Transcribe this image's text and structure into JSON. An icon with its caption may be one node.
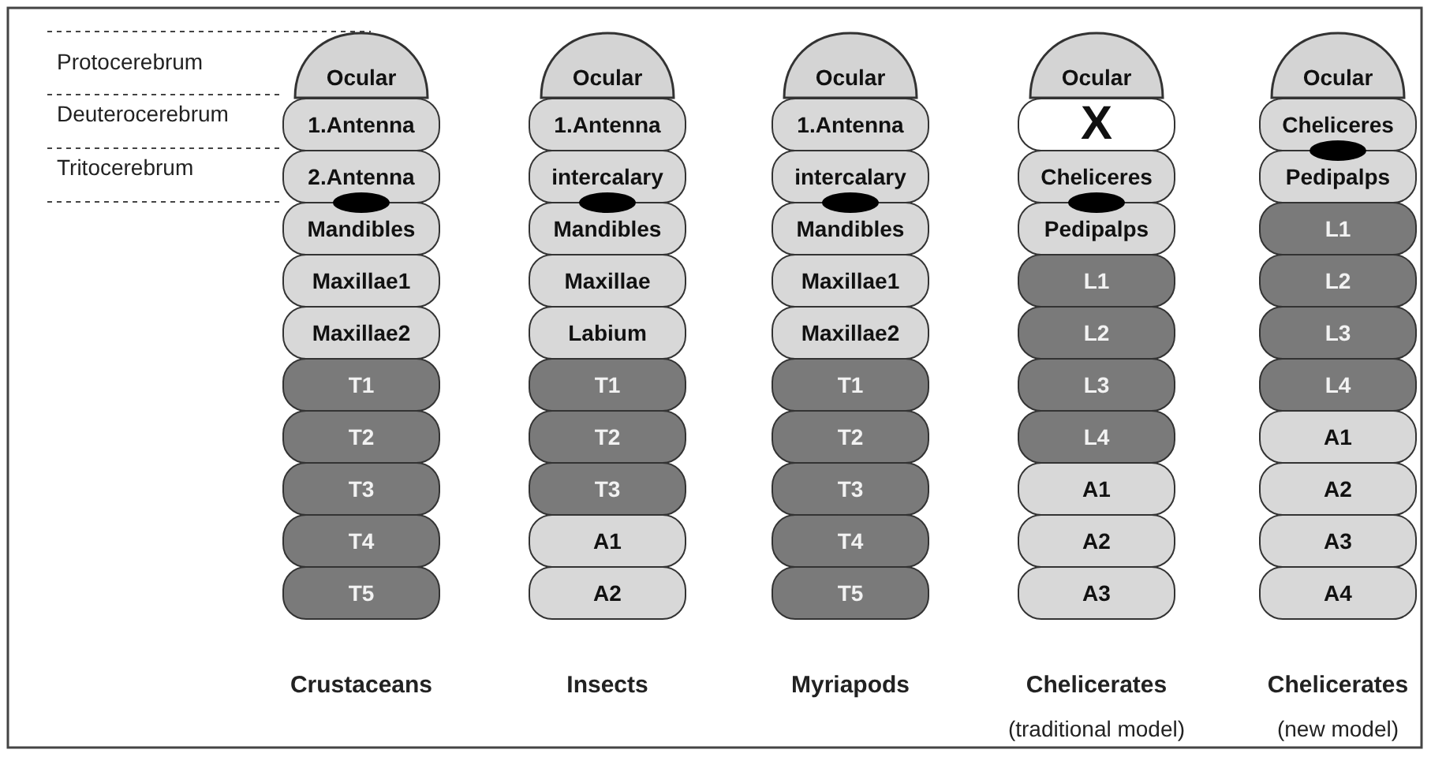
{
  "diagram": {
    "nodes": [
      {
        "text": [
          "Ocular"
        ]
      },
      {
        "text": [
          "1.Antenna"
        ]
      },
      {
        "text": [
          "2.Antenna"
        ]
      },
      {
        "text": [
          "Mandibles"
        ]
      },
      {
        "text": [
          "Maxillae1"
        ]
      },
      {
        "text": [
          "Maxillae2"
        ]
      },
      {
        "text": [
          "T1"
        ]
      },
      {
        "text": [
          "T2"
        ]
      },
      {
        "text": [
          "T3"
        ]
      },
      {
        "text": [
          "T4"
        ]
      },
      {
        "text": [
          "T5"
        ]
      },
      {
        "text": [
          "Ocular"
        ]
      },
      {
        "text": [
          "1.Antenna"
        ]
      },
      {
        "text": [
          "intercalary"
        ]
      },
      {
        "text": [
          "Mandibles"
        ]
      },
      {
        "text": [
          "Maxillae"
        ]
      },
      {
        "text": [
          "Labium"
        ]
      },
      {
        "text": [
          "T1"
        ]
      },
      {
        "text": [
          "T2"
        ]
      },
      {
        "text": [
          "T3"
        ]
      },
      {
        "text": [
          "A1"
        ]
      },
      {
        "text": [
          "A2"
        ]
      },
      {
        "text": [
          "Ocular"
        ]
      },
      {
        "text": [
          "1.Antenna"
        ]
      },
      {
        "text": [
          "intercalary"
        ]
      },
      {
        "text": [
          "Mandibles"
        ]
      },
      {
        "text": [
          "Maxillae1"
        ]
      },
      {
        "text": [
          "Maxillae2"
        ]
      },
      {
        "text": [
          "T1"
        ]
      },
      {
        "text": [
          "T2"
        ]
      },
      {
        "text": [
          "T3"
        ]
      },
      {
        "text": [
          "T4"
        ]
      },
      {
        "text": [
          "T5"
        ]
      },
      {
        "text": [
          "Ocular"
        ]
      },
      {
        "text": [
          "X"
        ]
      },
      {
        "text": [
          "Cheliceres"
        ]
      },
      {
        "text": [
          "Pedipalps"
        ]
      },
      {
        "text": [
          "L1"
        ]
      },
      {
        "text": [
          "L2"
        ]
      },
      {
        "text": [
          "L3"
        ]
      },
      {
        "text": [
          "L4"
        ]
      },
      {
        "text": [
          "A1"
        ]
      },
      {
        "text": [
          "A2"
        ]
      },
      {
        "text": [
          "A3"
        ]
      },
      {
        "text": [
          "Ocular"
        ]
      },
      {
        "text": [
          "Cheliceres"
        ]
      },
      {
        "text": [
          "Pedipalps"
        ]
      },
      {
        "text": [
          "L1"
        ]
      },
      {
        "text": [
          "L2"
        ]
      },
      {
        "text": [
          "L3"
        ]
      },
      {
        "text": [
          "L4"
        ]
      },
      {
        "text": [
          "A1"
        ]
      },
      {
        "text": [
          "A2"
        ]
      },
      {
        "text": [
          "A3"
        ]
      },
      {
        "text": [
          "A4"
        ]
      }
    ],
    "labels": [
      "Protocerebrum",
      "Deuterocerebrum",
      "Tritocerebrum",
      "Crustaceans",
      "Insects",
      "Myriapods",
      "Chelicerates",
      "Chelicerates",
      "(traditional model)",
      "(new model)"
    ]
  }
}
